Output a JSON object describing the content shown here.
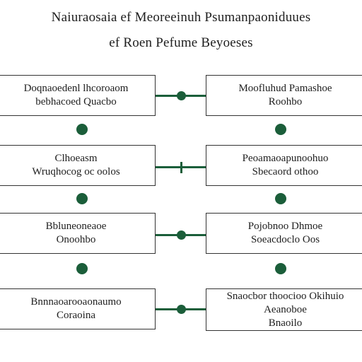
{
  "title": {
    "line1": "Naiuraosaia ef Meoreeinuh Psumanpaoniduues",
    "line2": "ef Roen Pefume Beyoeses"
  },
  "nodes": [
    {
      "line1": "Doqnaoedenl lhcoroaom",
      "line2": "bebhacoed Quacbo"
    },
    {
      "line1": "Moofluhud Pamashoe",
      "line2": "Roohbo"
    },
    {
      "line1": "Clhoeasm",
      "line2": "Wruqhocog oc oolos"
    },
    {
      "line1": "Peoamaoapunoohuo",
      "line2": "Sbecaord othoo"
    },
    {
      "line1": "Bbluneoneaoe",
      "line2": "Onoohbo"
    },
    {
      "line1": "Pojobnoo Dhmoe",
      "line2": "Soeacdoclo Oos"
    },
    {
      "line1": "Bnnnaoarooaonaumo",
      "line2": "Coraoina"
    },
    {
      "line1": "Snaocbor thoocioo Okihuio",
      "line2": "Aeanoboe",
      "line3": "Bnaoilo"
    }
  ]
}
